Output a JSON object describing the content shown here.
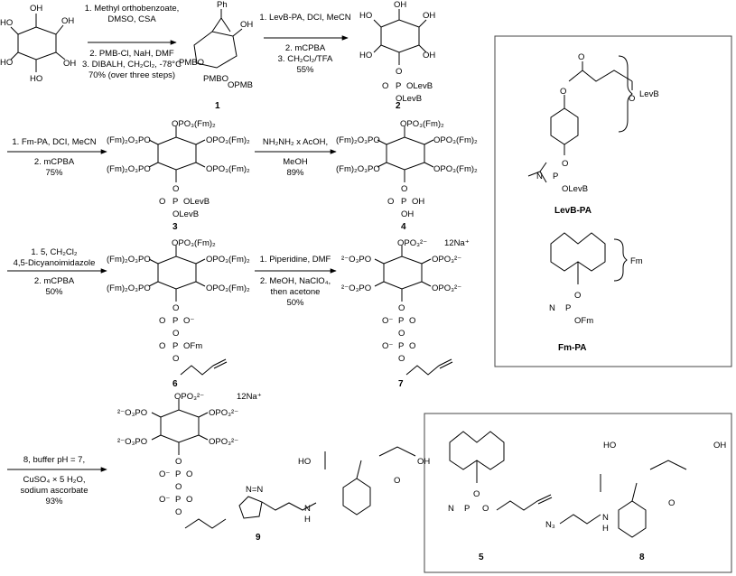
{
  "steps": {
    "s1": [
      "1. Methyl orthobenzoate,",
      "DMSO, CSA",
      "2. PMB-Cl, NaH, DMF",
      "3. DIBALH, CH₂Cl₂, -78°C",
      "70% (over three steps)"
    ],
    "s2": [
      "1. LevB-PA, DCI, MeCN",
      "2. mCPBA",
      "3. CH₂Cl₂/TFA",
      "55%"
    ],
    "s3": [
      "1. Fm-PA, DCI, MeCN",
      "2. mCPBA",
      "75%"
    ],
    "s4": [
      "NH₂NH₂ x AcOH,",
      "MeOH",
      "89%"
    ],
    "s5": [
      "1. 5, CH₂Cl₂",
      "4,5-Dicyanoimidazole",
      "2. mCPBA",
      "50%"
    ],
    "s6": [
      "1. Piperidine, DMF",
      "2. MeOH, NaClO₄,",
      "then acetone",
      "50%"
    ],
    "s7": [
      "8, buffer pH = 7,",
      "CuSO₄ × 5 H₂O,",
      "sodium ascorbate",
      "93%"
    ]
  },
  "compounds": {
    "c1": "1",
    "c2": "2",
    "c3": "3",
    "c4": "4",
    "c5": "5",
    "c6": "6",
    "c7": "7",
    "c8": "8",
    "c9": "9",
    "levb": "LevB-PA",
    "fm": "Fm-PA"
  },
  "labels": {
    "ph": "Ph",
    "oh": "OH",
    "ho": "HO",
    "pmbo": "PMBO",
    "opmb": "OPMB",
    "opo3fm2": "OPO₃(Fm)₂",
    "fm2o3po": "(Fm)₂O₃PO",
    "olevb": "OLevB",
    "o": "O",
    "p": "P",
    "ominus": "O⁻",
    "ofm": "OFm",
    "opo3": "OPO₃²⁻",
    "o3po": "²⁻O₃PO",
    "na12": "12Na⁺",
    "levb_brace": "LevB",
    "fm_brace": "Fm",
    "n": "N",
    "n3": "N₃",
    "nh": "N",
    "h": "H",
    "nn": "N=N"
  }
}
